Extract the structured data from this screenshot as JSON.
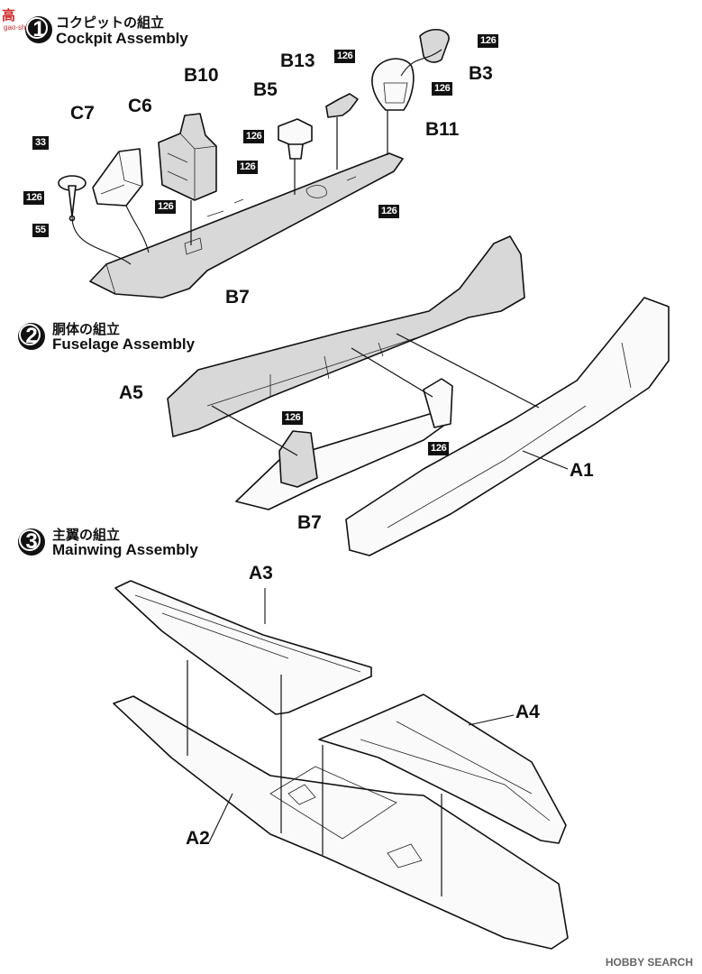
{
  "watermark_top": {
    "text": "高",
    "sub": "gao-shop.com"
  },
  "watermark_bottom": "HOBBY SEARCH",
  "steps": [
    {
      "number": "1",
      "title_jp": "コクピットの組立",
      "title_en": "Cockpit Assembly"
    },
    {
      "number": "2",
      "title_jp": "胴体の組立",
      "title_en": "Fuselage Assembly"
    },
    {
      "number": "3",
      "title_jp": "主翼の組立",
      "title_en": "Mainwing Assembly"
    }
  ],
  "parts": {
    "c7": "C7",
    "c6": "C6",
    "b10": "B10",
    "b5": "B5",
    "b13": "B13",
    "b3": "B3",
    "b11": "B11",
    "b7_1": "B7",
    "a5": "A5",
    "a1": "A1",
    "b7_2": "B7",
    "a3": "A3",
    "a4": "A4",
    "a2": "A2"
  },
  "paint_codes": {
    "c33": "33",
    "c126": "126",
    "c55": "55"
  }
}
